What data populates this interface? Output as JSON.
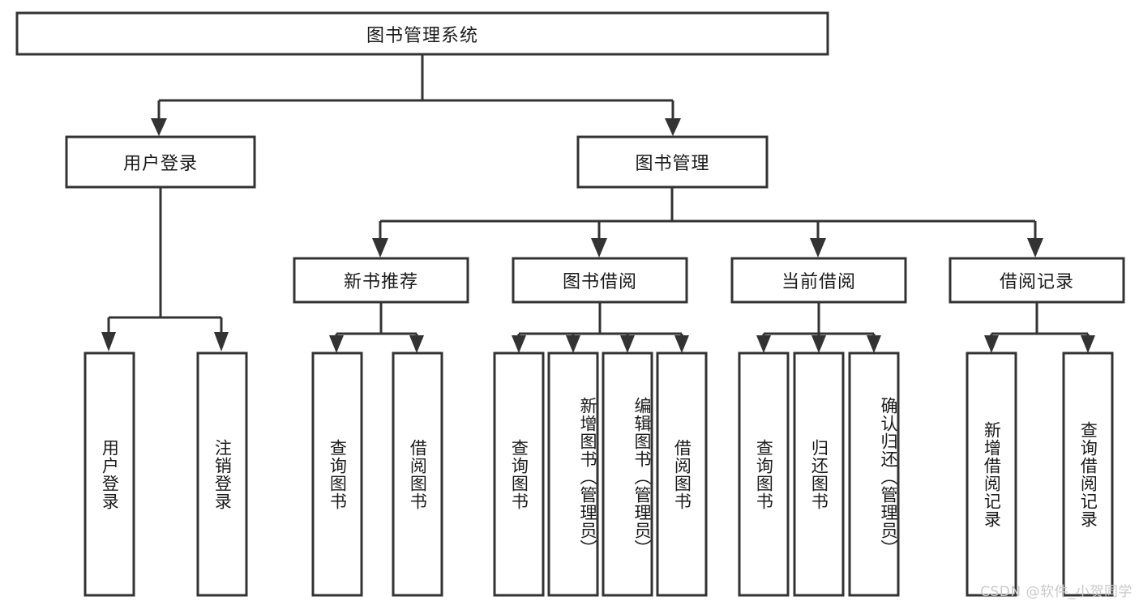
{
  "diagram": {
    "title_node": {
      "label": "图书管理系统"
    },
    "level2": [
      {
        "label": "用户登录"
      },
      {
        "label": "图书管理"
      }
    ],
    "level3": [
      {
        "label": "新书推荐"
      },
      {
        "label": "图书借阅"
      },
      {
        "label": "当前借阅"
      },
      {
        "label": "借阅记录"
      }
    ],
    "leaves": {
      "user_login": [
        {
          "label": "用户登录"
        },
        {
          "label": "注销登录"
        }
      ],
      "new_book_recommend": [
        {
          "label": "查询图书"
        },
        {
          "label": "借阅图书"
        }
      ],
      "book_borrow": [
        {
          "label": "查询图书"
        },
        {
          "label": "新增图书（管理员）"
        },
        {
          "label": "编辑图书（管理员）"
        },
        {
          "label": "借阅图书"
        }
      ],
      "current_borrow": [
        {
          "label": "查询图书"
        },
        {
          "label": "归还图书"
        },
        {
          "label": "确认归还（管理员）"
        }
      ],
      "borrow_records": [
        {
          "label": "新增借阅记录"
        },
        {
          "label": "查询借阅记录"
        }
      ]
    }
  },
  "watermark": {
    "text": "CSDN @软件_小贺同学"
  },
  "colors": {
    "box_stroke": "#333333",
    "box_fill": "#ffffff",
    "text": "#1a1a1a",
    "watermark": "#c9c9c9",
    "background": "#ffffff"
  }
}
